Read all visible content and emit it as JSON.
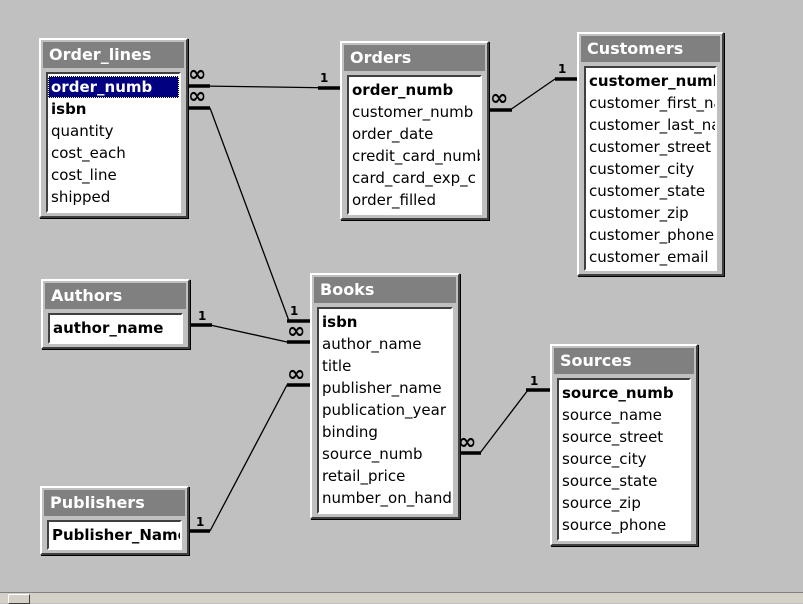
{
  "colors": {
    "workspace": "#c0c0c0",
    "title_bar": "#808080",
    "title_text": "#ffffff",
    "selection": "#000080",
    "line": "#000000"
  },
  "tables": [
    {
      "id": "order_lines",
      "title": "Order_lines",
      "fields": [
        {
          "name": "order_numb",
          "key": true,
          "selected": true
        },
        {
          "name": "isbn",
          "key": true
        },
        {
          "name": "quantity"
        },
        {
          "name": "cost_each"
        },
        {
          "name": "cost_line"
        },
        {
          "name": "shipped"
        }
      ]
    },
    {
      "id": "orders",
      "title": "Orders",
      "fields": [
        {
          "name": "order_numb",
          "key": true
        },
        {
          "name": "customer_numb"
        },
        {
          "name": "order_date"
        },
        {
          "name": "credit_card_numb"
        },
        {
          "name": "card_card_exp_c"
        },
        {
          "name": "order_filled"
        }
      ]
    },
    {
      "id": "customers",
      "title": "Customers",
      "fields": [
        {
          "name": "customer_numb",
          "key": true
        },
        {
          "name": "customer_first_na"
        },
        {
          "name": "customer_last_na"
        },
        {
          "name": "customer_street"
        },
        {
          "name": "customer_city"
        },
        {
          "name": "customer_state"
        },
        {
          "name": "customer_zip"
        },
        {
          "name": "customer_phone"
        },
        {
          "name": "customer_email"
        }
      ]
    },
    {
      "id": "authors",
      "title": "Authors",
      "fields": [
        {
          "name": "author_name",
          "key": true
        }
      ]
    },
    {
      "id": "books",
      "title": "Books",
      "fields": [
        {
          "name": "isbn",
          "key": true
        },
        {
          "name": "author_name"
        },
        {
          "name": "title"
        },
        {
          "name": "publisher_name"
        },
        {
          "name": "publication_year"
        },
        {
          "name": "binding"
        },
        {
          "name": "source_numb"
        },
        {
          "name": "retail_price"
        },
        {
          "name": "number_on_hand"
        }
      ]
    },
    {
      "id": "sources",
      "title": "Sources",
      "fields": [
        {
          "name": "source_numb",
          "key": true
        },
        {
          "name": "source_name"
        },
        {
          "name": "source_street"
        },
        {
          "name": "source_city"
        },
        {
          "name": "source_state"
        },
        {
          "name": "source_zip"
        },
        {
          "name": "source_phone"
        }
      ]
    },
    {
      "id": "publishers",
      "title": "Publishers",
      "fields": [
        {
          "name": "Publisher_Name",
          "key": true
        }
      ]
    }
  ],
  "relationships": [
    {
      "id": "orders-orderlines",
      "one_label": "1",
      "many_label": "∞"
    },
    {
      "id": "customers-orders",
      "one_label": "1",
      "many_label": "∞"
    },
    {
      "id": "books-orderlines",
      "one_label": "1",
      "many_label": "∞"
    },
    {
      "id": "authors-books",
      "one_label": "1",
      "many_label": "∞"
    },
    {
      "id": "publishers-books",
      "one_label": "1",
      "many_label": "∞"
    },
    {
      "id": "sources-books",
      "one_label": "1",
      "many_label": "∞"
    }
  ]
}
